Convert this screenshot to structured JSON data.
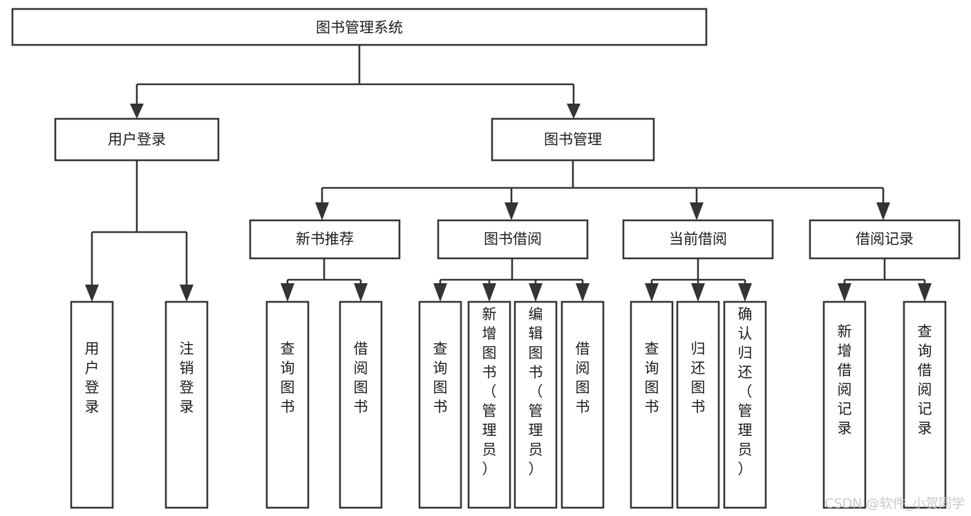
{
  "diagram": {
    "type": "hierarchy-tree",
    "title": "图书管理系统",
    "orientation": "top-down",
    "colors": {
      "background": "#ffffff",
      "box_fill": "#ffffff",
      "box_stroke": "#343434",
      "text": "#1c1c1c",
      "watermark": "#c9c9c9"
    },
    "levels": [
      {
        "level": 1,
        "nodes": [
          {
            "id": "root",
            "label": "图书管理系统",
            "text_orientation": "horizontal"
          }
        ]
      },
      {
        "level": 2,
        "nodes": [
          {
            "id": "login",
            "label": "用户登录",
            "parent": "root",
            "text_orientation": "horizontal"
          },
          {
            "id": "bookmgmt",
            "label": "图书管理",
            "parent": "root",
            "text_orientation": "horizontal"
          }
        ]
      },
      {
        "level": 3,
        "nodes": [
          {
            "id": "newbook",
            "label": "新书推荐",
            "parent": "bookmgmt",
            "text_orientation": "horizontal"
          },
          {
            "id": "borrow",
            "label": "图书借阅",
            "parent": "bookmgmt",
            "text_orientation": "horizontal"
          },
          {
            "id": "current",
            "label": "当前借阅",
            "parent": "bookmgmt",
            "text_orientation": "horizontal"
          },
          {
            "id": "record",
            "label": "借阅记录",
            "parent": "bookmgmt",
            "text_orientation": "horizontal"
          }
        ]
      },
      {
        "level": 4,
        "nodes": [
          {
            "id": "leaf1",
            "label": "用户登录",
            "parent": "login",
            "text_orientation": "vertical"
          },
          {
            "id": "leaf2",
            "label": "注销登录",
            "parent": "login",
            "text_orientation": "vertical"
          },
          {
            "id": "leaf3",
            "label": "查询图书",
            "parent": "newbook",
            "text_orientation": "vertical"
          },
          {
            "id": "leaf4",
            "label": "借阅图书",
            "parent": "newbook",
            "text_orientation": "vertical"
          },
          {
            "id": "leaf5",
            "label": "查询图书",
            "parent": "borrow",
            "text_orientation": "vertical"
          },
          {
            "id": "leaf6",
            "label": "新增图书（管理员）",
            "parent": "borrow",
            "text_orientation": "vertical"
          },
          {
            "id": "leaf7",
            "label": "编辑图书（管理员）",
            "parent": "borrow",
            "text_orientation": "vertical"
          },
          {
            "id": "leaf8",
            "label": "借阅图书",
            "parent": "borrow",
            "text_orientation": "vertical"
          },
          {
            "id": "leaf9",
            "label": "查询图书",
            "parent": "current",
            "text_orientation": "vertical"
          },
          {
            "id": "leaf10",
            "label": "归还图书",
            "parent": "current",
            "text_orientation": "vertical"
          },
          {
            "id": "leaf11",
            "label": "确认归还（管理员）",
            "parent": "current",
            "text_orientation": "vertical"
          },
          {
            "id": "leaf12",
            "label": "新增借阅记录",
            "parent": "record",
            "text_orientation": "vertical"
          },
          {
            "id": "leaf13",
            "label": "查询借阅记录",
            "parent": "record",
            "text_orientation": "vertical"
          }
        ]
      }
    ]
  },
  "watermark": {
    "label": "CSDN @软件_小贺同学"
  }
}
